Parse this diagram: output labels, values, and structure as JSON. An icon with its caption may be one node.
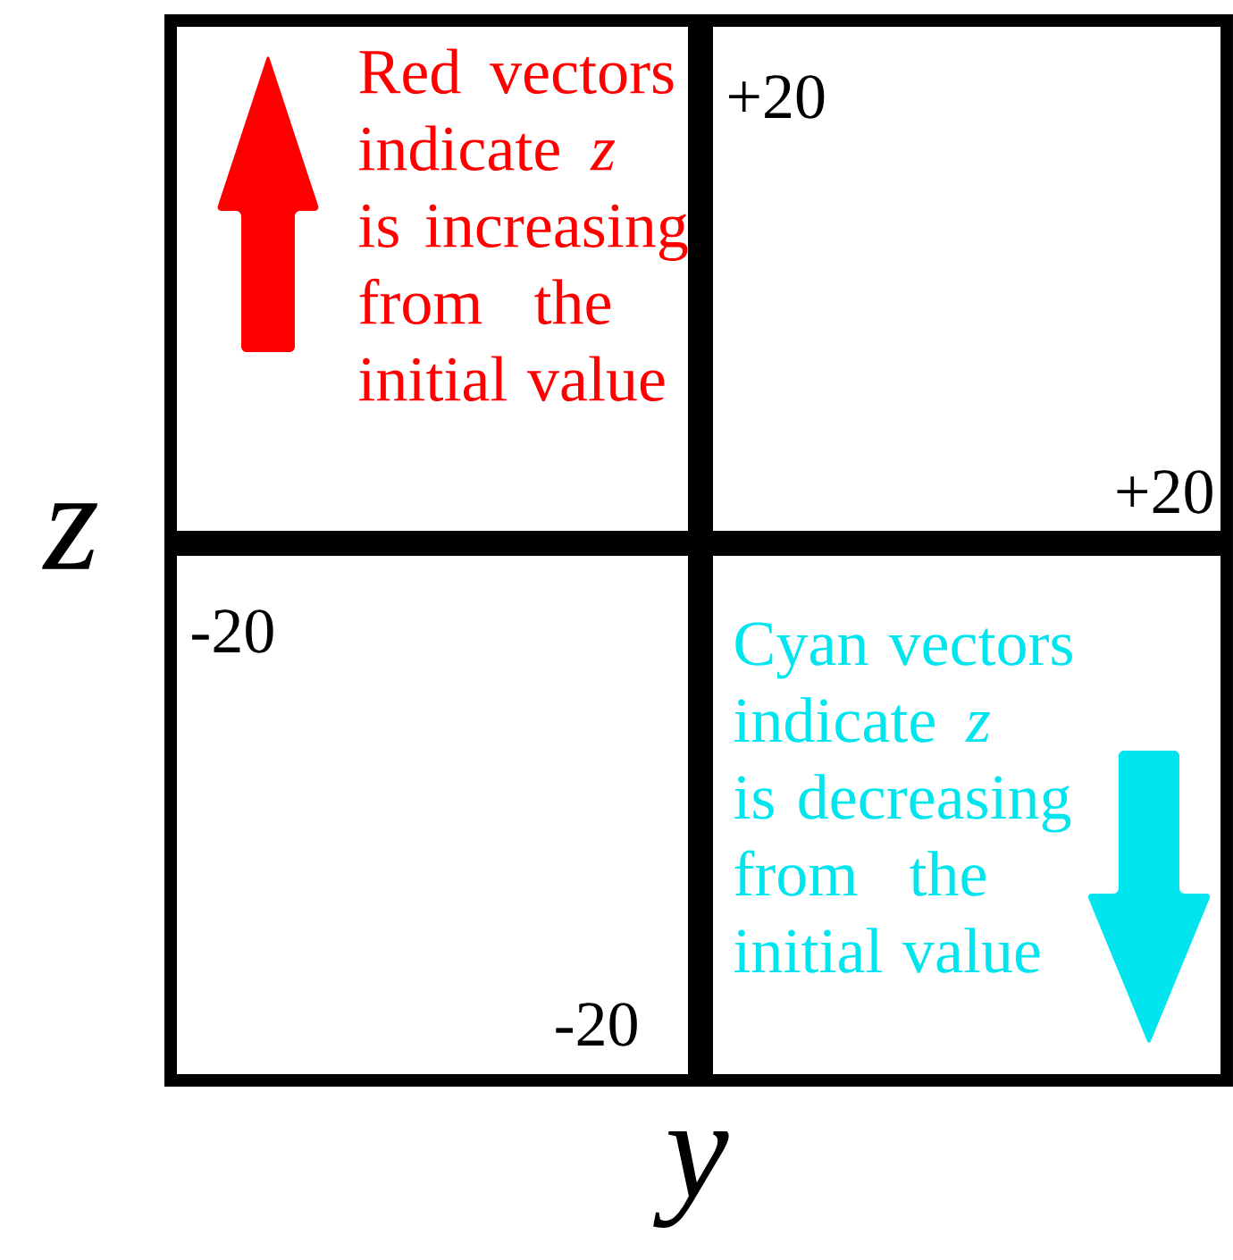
{
  "diagram": {
    "nodes": [
      {
        "text": [
          "Red vectors indicate *z* is increasing from the initial value"
        ]
      },
      {
        "text": [
          "+20",
          "+20"
        ]
      },
      {
        "text": [
          "-20",
          "-20"
        ]
      },
      {
        "text": [
          "Cyan vectors indicate *z* is decreasing from the initial value"
        ]
      }
    ],
    "labels": [
      "z",
      "y"
    ]
  }
}
